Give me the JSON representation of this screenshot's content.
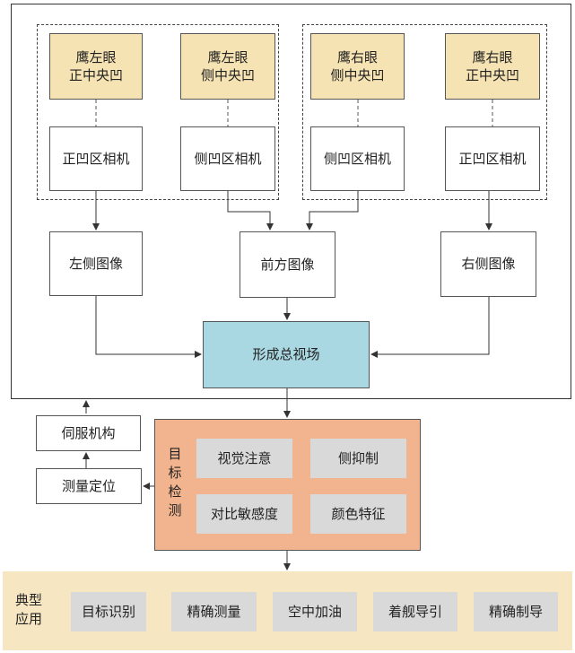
{
  "eyes": {
    "left_central": "鹰左眼\n正中央凹",
    "left_side": "鹰左眼\n侧中央凹",
    "right_side": "鹰右眼\n侧中央凹",
    "right_central": "鹰右眼\n正中央凹"
  },
  "cameras": {
    "left_central": "正凹区相机",
    "left_side": "侧凹区相机",
    "right_side": "侧凹区相机",
    "right_central": "正凹区相机"
  },
  "images": {
    "left": "左侧图像",
    "front": "前方图像",
    "right": "右侧图像"
  },
  "fusion": "形成总视场",
  "servo": "伺服机构",
  "measure": "测量定位",
  "detection": {
    "label": "目\n标\n检\n测",
    "features": [
      "视觉注意",
      "侧抑制",
      "对比敏感度",
      "颜色特征"
    ]
  },
  "applications": {
    "label": "典型\n应用",
    "items": [
      "目标识别",
      "精确测量",
      "空中加油",
      "着舰导引",
      "精确制导"
    ]
  }
}
